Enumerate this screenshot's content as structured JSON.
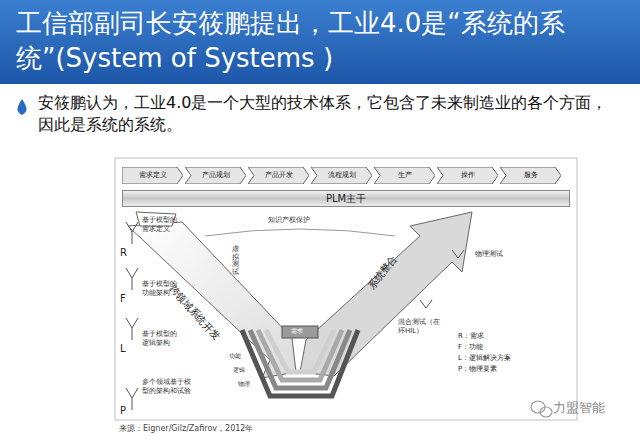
{
  "diagram": {
    "title": "工信部副司长安筱鹏提出，工业4.0是“系统的系统”(System of Systems )",
    "caption": "来源：Eigner/Gilz/Zafirov，2012年",
    "nodes": [
      {
        "text": [
          "需求定义"
        ]
      },
      {
        "text": [
          "产品规划"
        ]
      },
      {
        "text": [
          "产品开发"
        ]
      },
      {
        "text": [
          "流程规划"
        ]
      },
      {
        "text": [
          "生产"
        ]
      },
      {
        "text": [
          "操作"
        ]
      },
      {
        "text": [
          "服务"
        ]
      },
      {
        "text": [
          "PLM主干"
        ]
      }
    ],
    "labels": [
      "安筱鹏认为，工业4.0是一个大型的技术体系，它包含了未来制造业的各个方面，因此是系统的系统。",
      "知识产权保护",
      "跨领域系统开发",
      "系统整合",
      "虚拟测试",
      "物理测试",
      "混合测试（在环HIL）",
      "基于模型的需求定义",
      "基于模型的功能架构",
      "基于模型的逻辑架构",
      "多个领域基于模型的架构和试验",
      "R",
      "F",
      "L",
      "P",
      "需求",
      "功能",
      "逻辑",
      "物理",
      "R：需求",
      "F：功能",
      "L：逻辑解决方案",
      "P：物理要素",
      "力盟智能"
    ]
  }
}
